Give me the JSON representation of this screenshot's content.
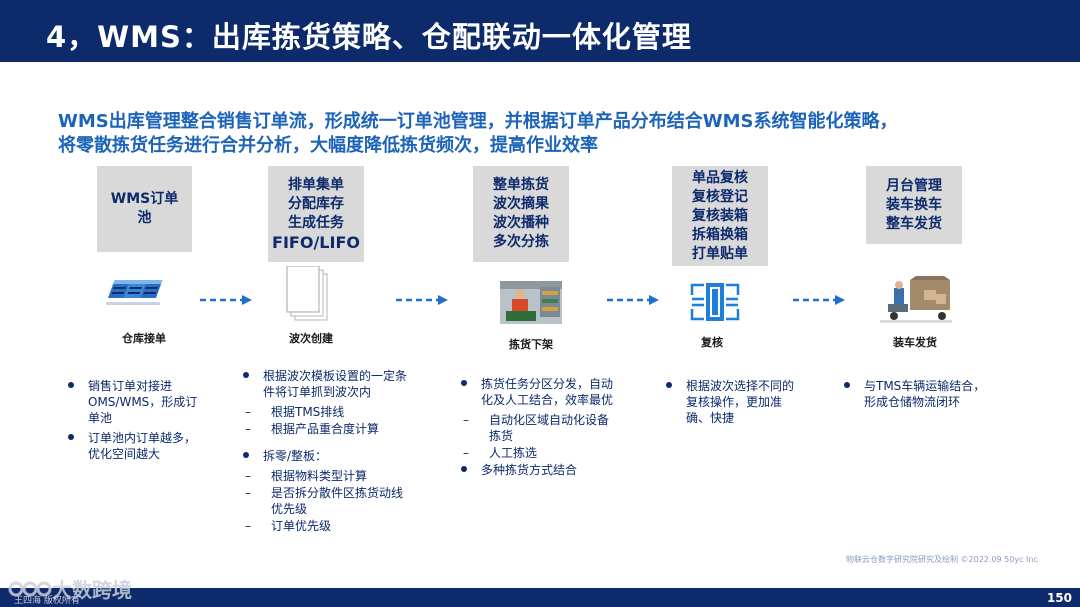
{
  "header": {
    "title": "4，WMS：出库拣货策略、仓配联动一体化管理"
  },
  "intro": {
    "line1": "WMS出库管理整合销售订单流，形成统一订单池管理，并根据订单产品分布结合WMS系统智能化策略，",
    "line2": "将零散拣货任务进行合并分析，大幅度降低拣货频次，提高作业效率"
  },
  "stages": [
    {
      "box_lines": [
        "WMS订单",
        "池"
      ],
      "icon": "server-rack-icon",
      "label": "仓库接单",
      "bullets": [
        {
          "text": "销售订单对接进OMS/WMS，形成订单池",
          "subs": []
        },
        {
          "text": "订单池内订单越多，优化空间越大",
          "subs": []
        }
      ]
    },
    {
      "box_lines": [
        "排单集单",
        "分配库存",
        "生成任务",
        "FIFO/LIFO"
      ],
      "icon": "document-stack-icon",
      "label": "波次创建",
      "bullets": [
        {
          "text": "根据波次模板设置的一定条件将订单抓到波次内",
          "subs": [
            "根据TMS排线",
            "根据产品重合度计算"
          ]
        },
        {
          "text": "拆零/整板：",
          "subs": [
            "根据物料类型计算",
            "是否拆分散件区拣货动线优先级",
            "订单优先级"
          ]
        }
      ]
    },
    {
      "box_lines": [
        "整单拣货",
        "波次摘果",
        "波次播种",
        "多次分拣"
      ],
      "icon": "warehouse-photo-icon",
      "label": "拣货下架",
      "bullets": [
        {
          "text": "拣货任务分区分发，自动化及人工结合，效率最优",
          "subs": [
            "自动化区域自动化设备拣货",
            "人工拣选"
          ]
        },
        {
          "text": "多种拣货方式结合",
          "subs": []
        }
      ]
    },
    {
      "box_lines": [
        "单品复核",
        "复核登记",
        "复核装箱",
        "拆箱换箱",
        "打单贴单"
      ],
      "icon": "review-grid-icon",
      "label": "复核",
      "bullets": [
        {
          "text": "根据波次选择不同的复核操作，更加准确、快捷",
          "subs": []
        }
      ]
    },
    {
      "box_lines": [
        "月台管理",
        "装车换车",
        "整车发货"
      ],
      "icon": "truck-loading-icon",
      "label": "装车发货",
      "bullets": [
        {
          "text": "与TMS车辆运输结合，形成仓储物流闭环",
          "subs": []
        }
      ]
    }
  ],
  "footer": {
    "note": "物联云仓数字研究院研究及绘制  ©2022.09 50yc Inc",
    "page": "150",
    "watermark": "大数跨境",
    "watermark_sub": "王四海 版权所有"
  },
  "colors": {
    "navy": "#0d2a6b",
    "blue": "#1d64b8",
    "box_gray": "#d9d9d9"
  }
}
